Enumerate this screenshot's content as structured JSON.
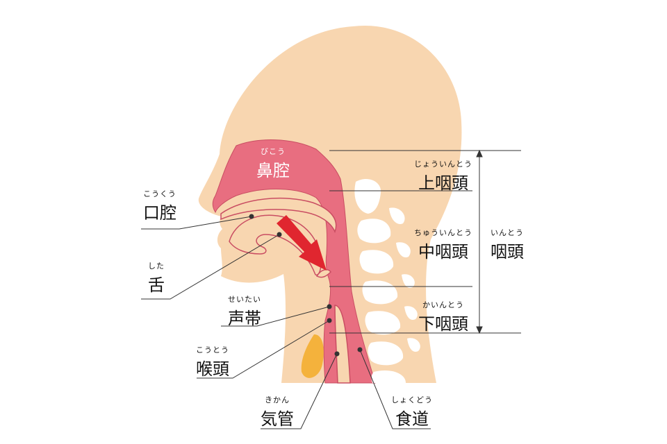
{
  "colors": {
    "skin": "#F8D6B0",
    "skin_edge": "#EFC08C",
    "airway": "#E86E80",
    "airway_edge": "#C94D62",
    "spine": "#FFFFFF",
    "thyroid": "#F4B23C",
    "arrow": "#E0262F",
    "line": "#333333"
  },
  "labels": {
    "nasal_cavity": {
      "ruby": "びこう",
      "text": "鼻腔"
    },
    "oral_cavity": {
      "ruby": "こうくう",
      "text": "口腔"
    },
    "tongue": {
      "ruby": "した",
      "text": "舌"
    },
    "vocal_cords": {
      "ruby": "せいたい",
      "text": "声帯"
    },
    "larynx": {
      "ruby": "こうとう",
      "text": "喉頭"
    },
    "trachea": {
      "ruby": "きかん",
      "text": "気管"
    },
    "esophagus": {
      "ruby": "しょくどう",
      "text": "食道"
    },
    "nasopharynx": {
      "ruby": "じょういんとう",
      "text": "上咽頭"
    },
    "oropharynx": {
      "ruby": "ちゅういんとう",
      "text": "中咽頭"
    },
    "hypopharynx": {
      "ruby": "かいんとう",
      "text": "下咽頭"
    },
    "pharynx": {
      "ruby": "いんとう",
      "text": "咽頭"
    }
  }
}
